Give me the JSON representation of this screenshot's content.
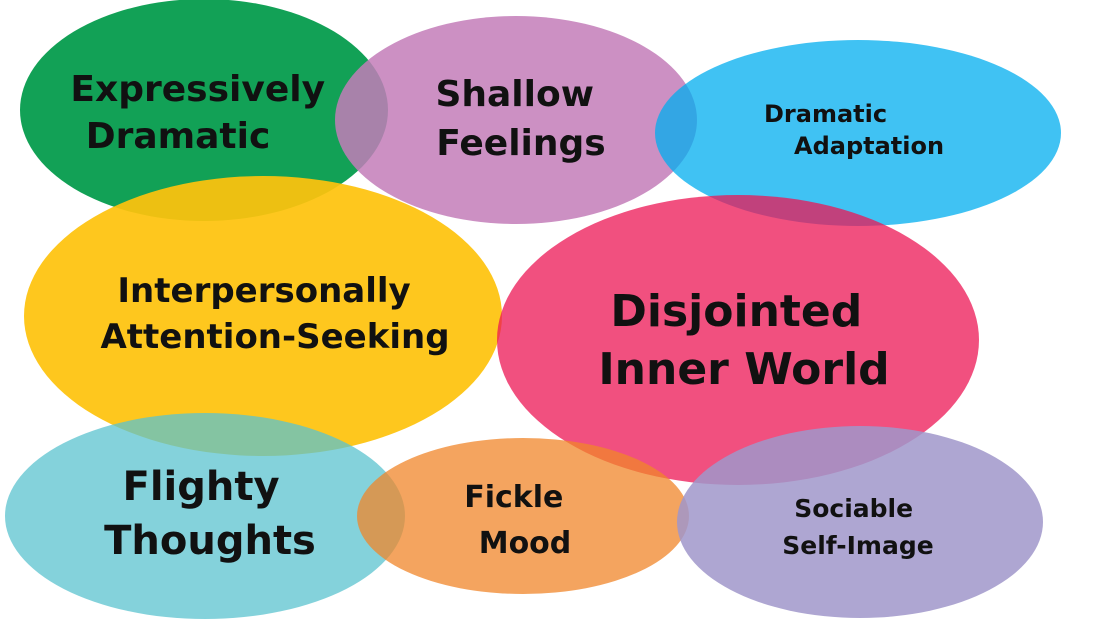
{
  "diagram": {
    "ellipses": [
      {
        "id": "expressively-dramatic",
        "color": "#009A49",
        "lines": [
          "Expressively",
          "Dramatic"
        ]
      },
      {
        "id": "shallow-feelings",
        "color": "#C37DB8",
        "lines": [
          "Shallow",
          "Feelings"
        ]
      },
      {
        "id": "dramatic-adaptation",
        "color": "#00AEEF",
        "lines": [
          "Dramatic",
          "Adaptation"
        ]
      },
      {
        "id": "interpersonally-attention-seeking",
        "color": "#FEC30D",
        "lines": [
          "Interpersonally",
          "Attention-Seeking"
        ]
      },
      {
        "id": "disjointed-inner-world",
        "color": "#EC1654",
        "lines": [
          "Disjointed",
          "Inner World"
        ]
      },
      {
        "id": "flighty-thoughts",
        "color": "#5BC3CF",
        "lines": [
          "Flighty",
          "Thoughts"
        ]
      },
      {
        "id": "fickle-mood",
        "color": "#F0862A",
        "lines": [
          "Fickle",
          "Mood"
        ]
      },
      {
        "id": "sociable-self-image",
        "color": "#A096CA",
        "lines": [
          "Sociable",
          "Self-Image"
        ]
      }
    ]
  }
}
